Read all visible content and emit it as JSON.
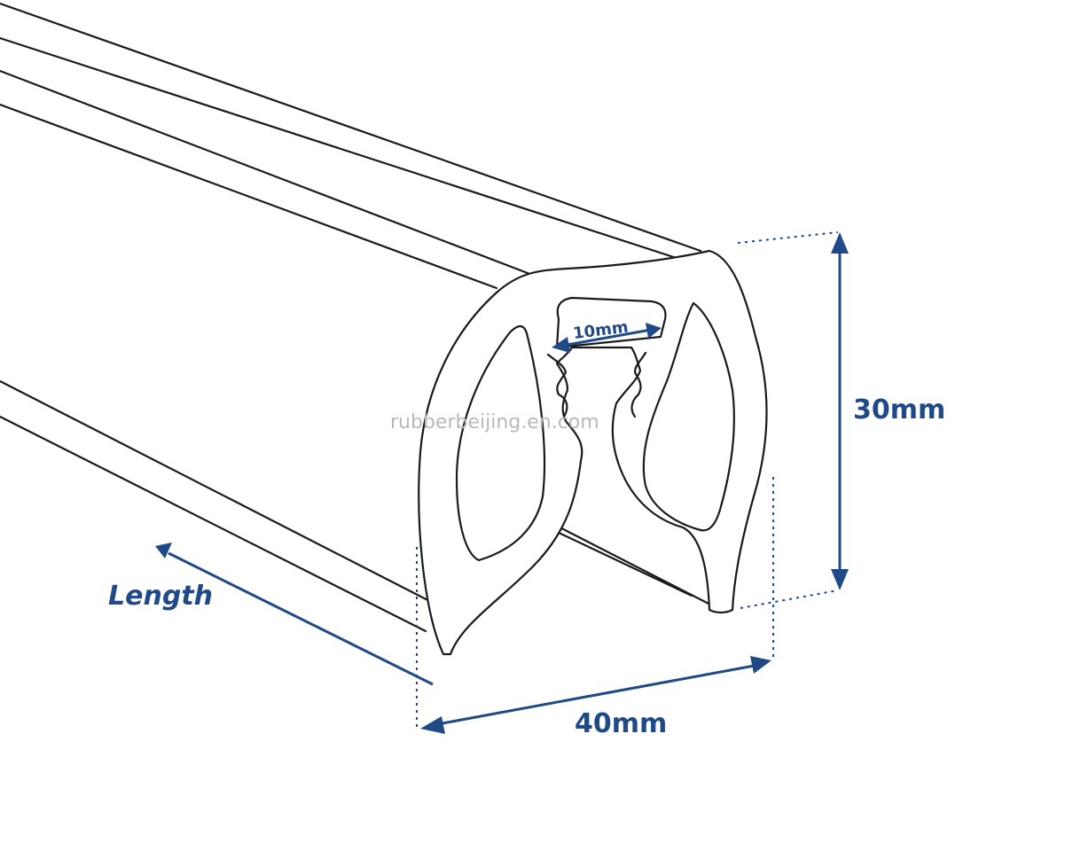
{
  "labels": {
    "top_slot": "10mm",
    "height": "30mm",
    "width": "40mm",
    "length": "Length"
  },
  "watermark": "rubberbeijing.en.com",
  "colors": {
    "dimension": "#1f4a87",
    "outline": "#1a1a1a",
    "watermark": "#b9b9b9",
    "background": "#ffffff"
  }
}
